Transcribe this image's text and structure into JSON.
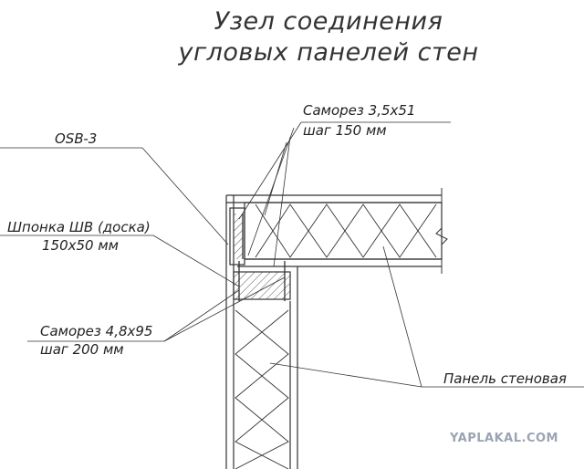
{
  "title": {
    "line1": "Узел соединения",
    "line2": "угловых панелей стен"
  },
  "labels": {
    "screw_top_1": "Саморез  3,5х51",
    "screw_top_2": "шаг 150 мм",
    "osb": "OSB-3",
    "key_1": "Шпонка ШВ (доска)",
    "key_2": "150х50 мм",
    "screw_bottom_1": "Саморез  4,8х95",
    "screw_bottom_2": "шаг 200 мм",
    "panel": "Панель стеновая"
  },
  "watermark": "YAPLAKAL.COM"
}
